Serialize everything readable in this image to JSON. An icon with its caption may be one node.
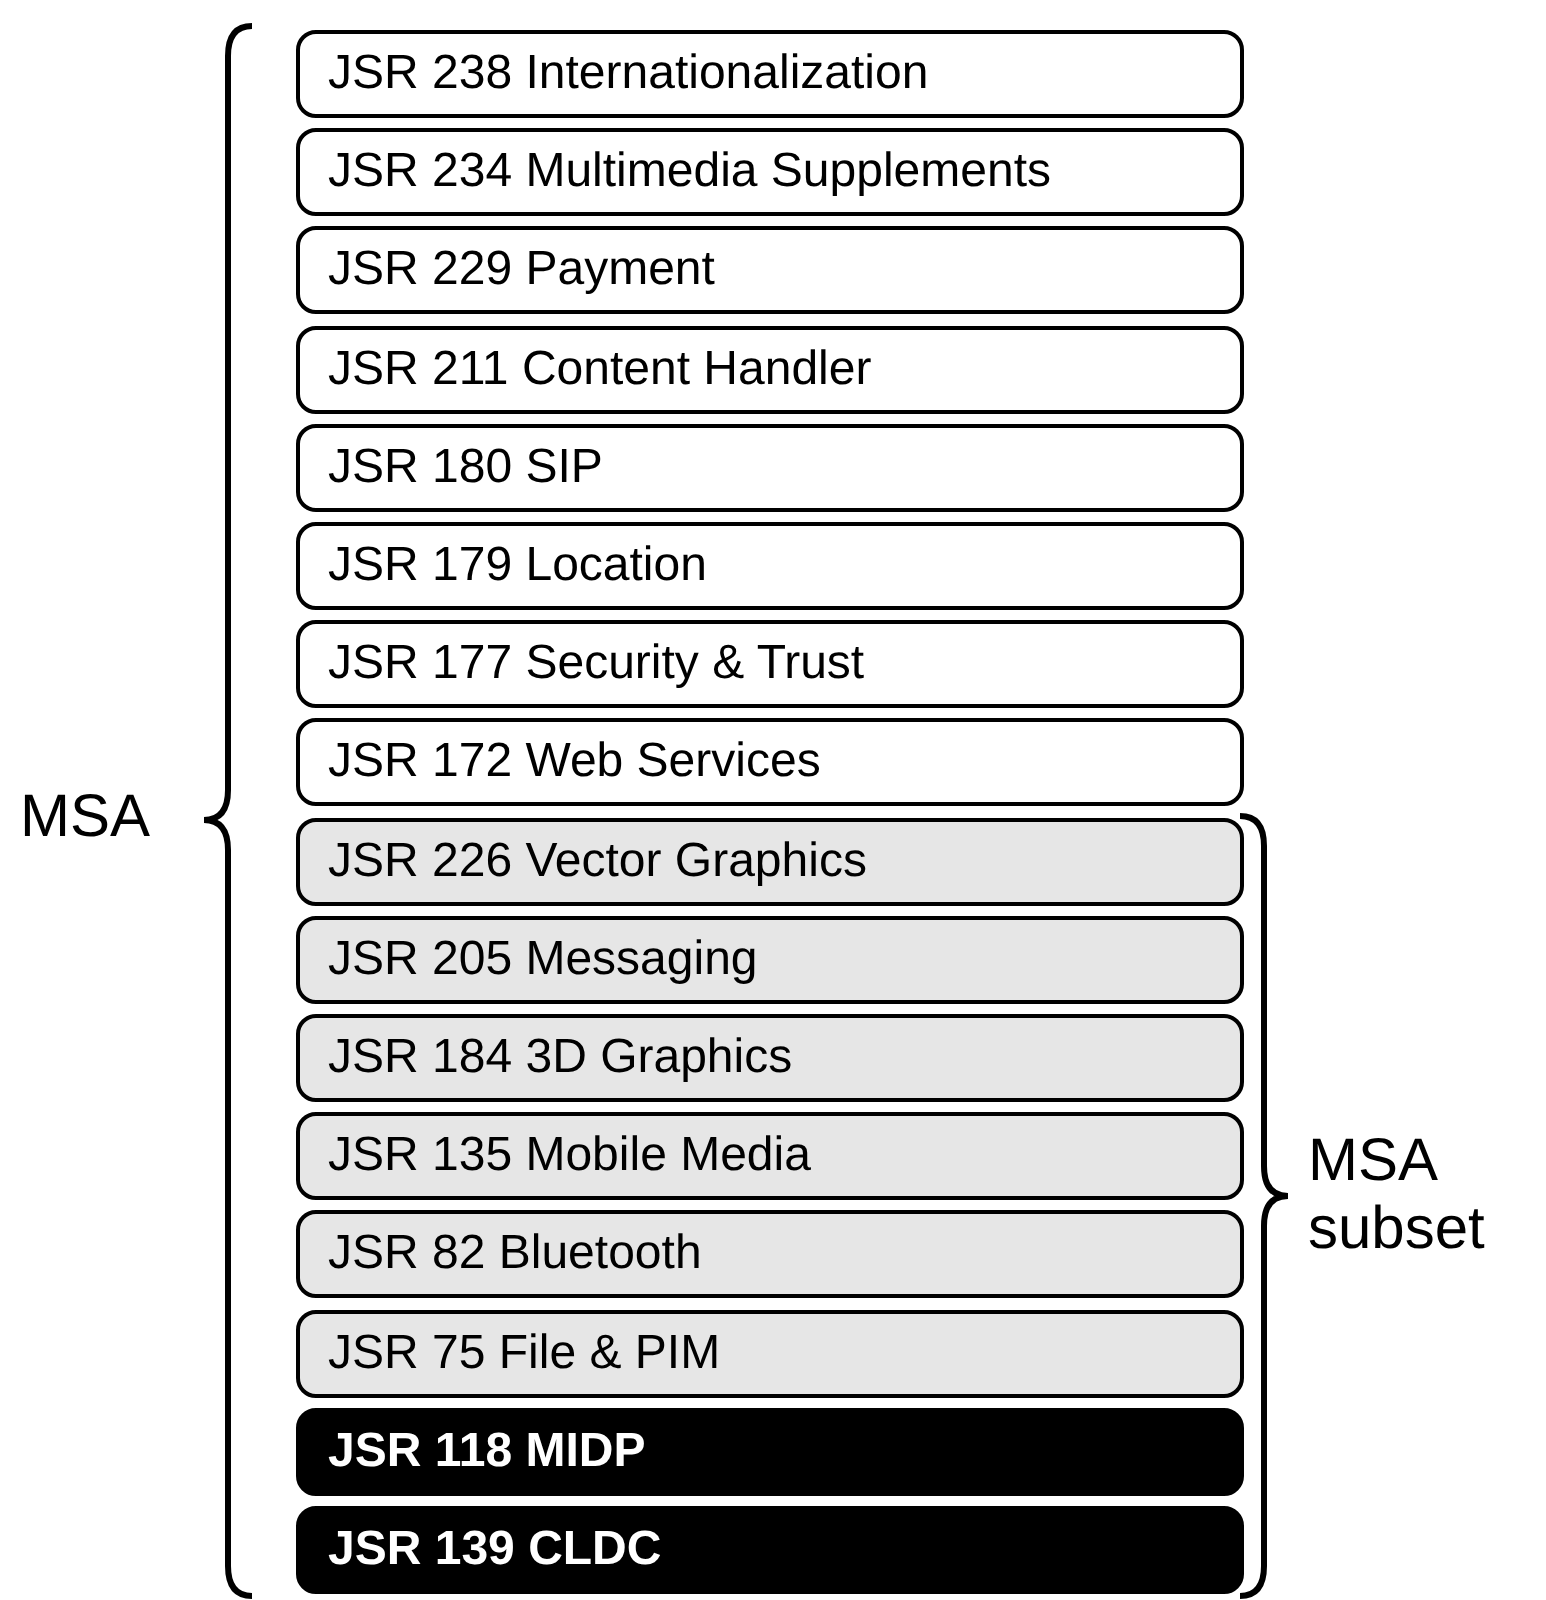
{
  "diagram": {
    "nodes": [
      {
        "text": [
          "JSR 238 Internationalization"
        ]
      },
      {
        "text": [
          "JSR 234 Multimedia Supplements"
        ]
      },
      {
        "text": [
          "JSR 229 Payment"
        ]
      },
      {
        "text": [
          "JSR 211 Content Handler"
        ]
      },
      {
        "text": [
          "JSR 180 SIP"
        ]
      },
      {
        "text": [
          "JSR 179 Location"
        ]
      },
      {
        "text": [
          "JSR 177 Security & Trust"
        ]
      },
      {
        "text": [
          "JSR 172 Web Services"
        ]
      },
      {
        "text": [
          "JSR 226 Vector Graphics"
        ]
      },
      {
        "text": [
          "JSR 205 Messaging"
        ]
      },
      {
        "text": [
          "JSR 184 3D Graphics"
        ]
      },
      {
        "text": [
          "JSR 135 Mobile Media"
        ]
      },
      {
        "text": [
          "JSR 82 Bluetooth"
        ]
      },
      {
        "text": [
          "JSR 75 File & PIM"
        ]
      },
      {
        "text": [
          "JSR 118 MIDP"
        ]
      },
      {
        "text": [
          "JSR 139 CLDC"
        ]
      }
    ],
    "edges": [],
    "labels": [
      "MSA",
      "MSA subset"
    ]
  }
}
